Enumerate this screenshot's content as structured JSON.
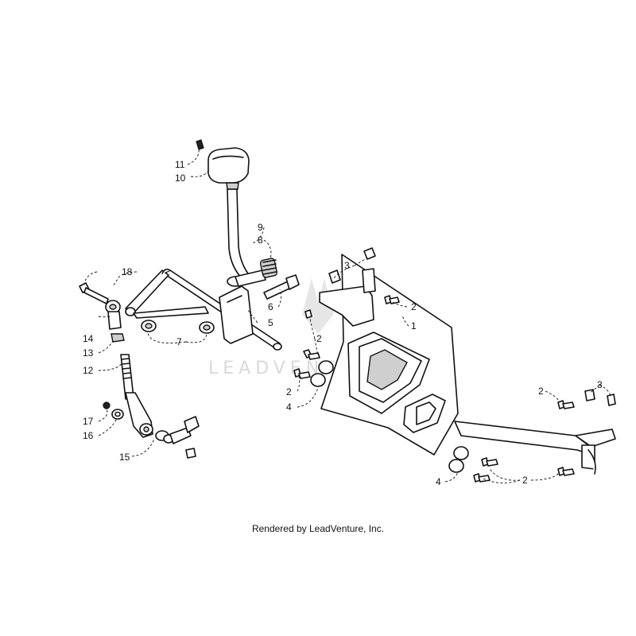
{
  "watermark": {
    "text": "LEADVENTURE"
  },
  "credit": "Rendered by LeadVenture, Inc.",
  "callouts": [
    {
      "id": "c1",
      "label": "1"
    },
    {
      "id": "c2a",
      "label": "2"
    },
    {
      "id": "c2b",
      "label": "2"
    },
    {
      "id": "c2c",
      "label": "2"
    },
    {
      "id": "c2d",
      "label": "2"
    },
    {
      "id": "c2e",
      "label": "2"
    },
    {
      "id": "c3a",
      "label": "3"
    },
    {
      "id": "c3b",
      "label": "3"
    },
    {
      "id": "c4a",
      "label": "4"
    },
    {
      "id": "c4b",
      "label": "4"
    },
    {
      "id": "c5",
      "label": "5"
    },
    {
      "id": "c6",
      "label": "6"
    },
    {
      "id": "c7",
      "label": "7"
    },
    {
      "id": "c8",
      "label": "8"
    },
    {
      "id": "c9",
      "label": "9"
    },
    {
      "id": "c10",
      "label": "10"
    },
    {
      "id": "c11",
      "label": "11"
    },
    {
      "id": "c12",
      "label": "12"
    },
    {
      "id": "c13",
      "label": "13"
    },
    {
      "id": "c14",
      "label": "14"
    },
    {
      "id": "c15",
      "label": "15"
    },
    {
      "id": "c16",
      "label": "16"
    },
    {
      "id": "c17",
      "label": "17"
    },
    {
      "id": "c18",
      "label": "18"
    }
  ]
}
